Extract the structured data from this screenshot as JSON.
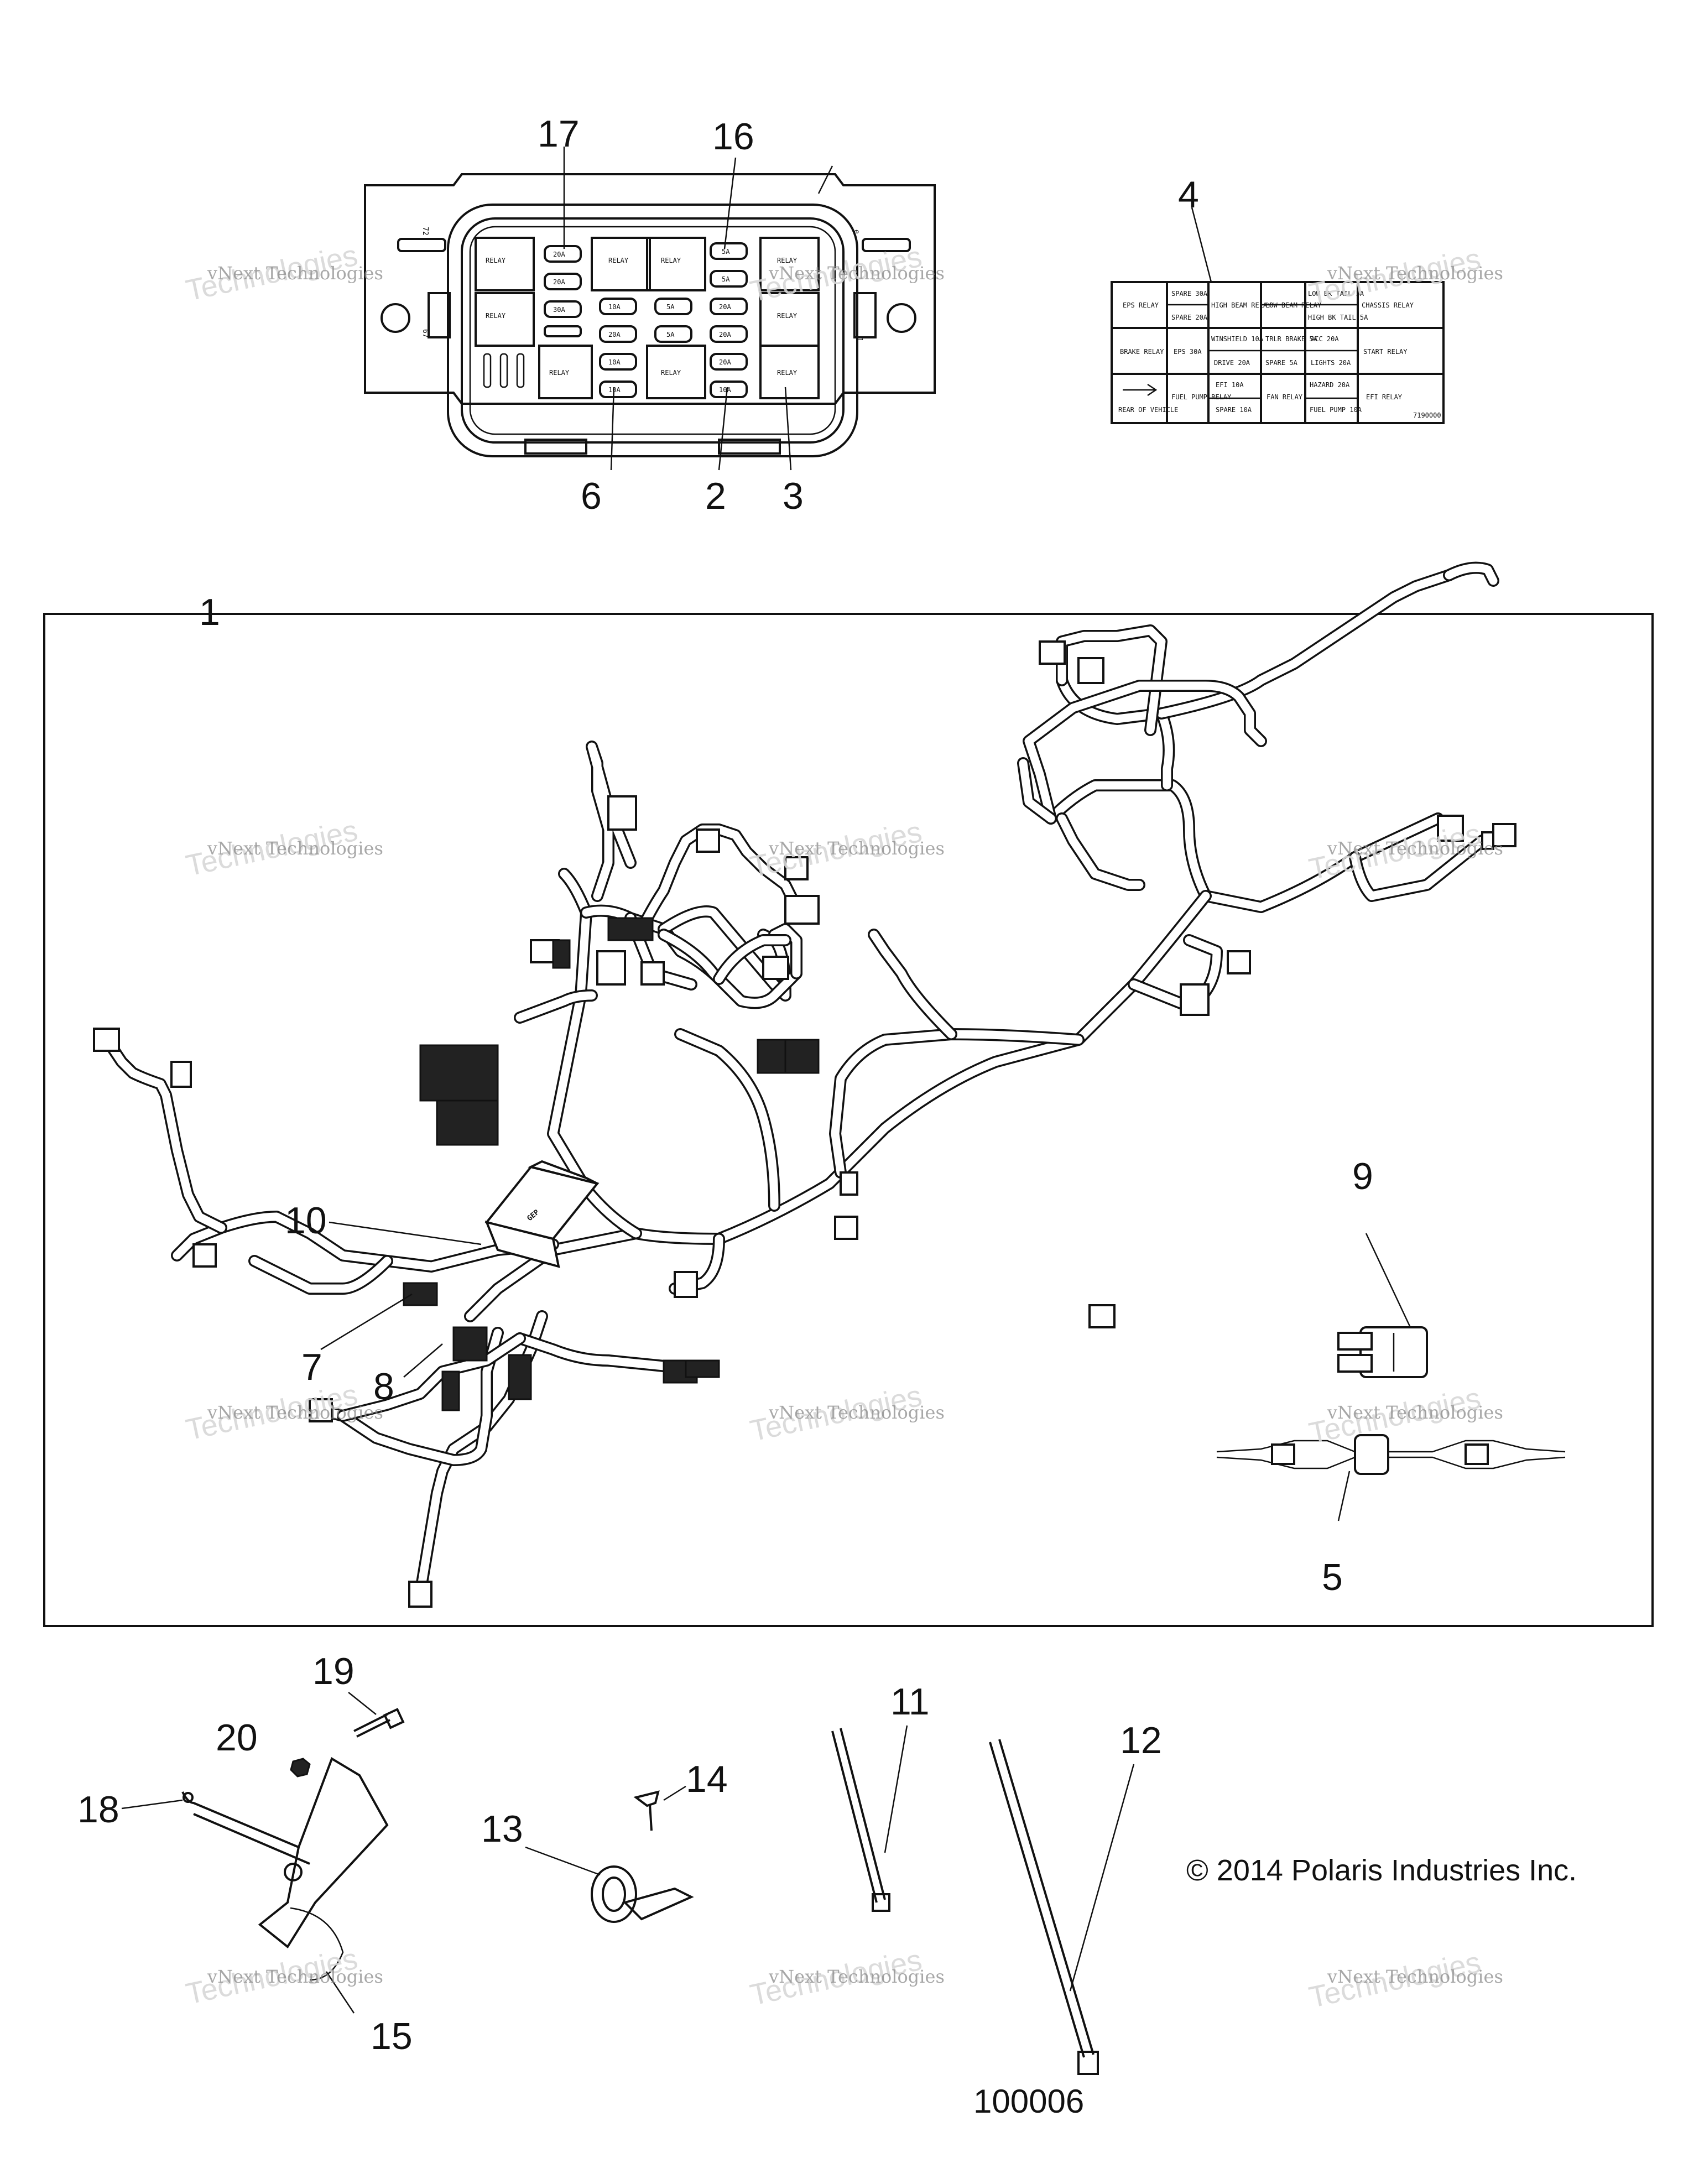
{
  "callouts": {
    "c1": "1",
    "c2": "2",
    "c3": "3",
    "c4": "4",
    "c5": "5",
    "c6": "6",
    "c7": "7",
    "c8": "8",
    "c9": "9",
    "c10": "10",
    "c11": "11",
    "c12": "12",
    "c13": "13",
    "c14": "14",
    "c15": "15",
    "c16": "16",
    "c17": "17",
    "c18": "18",
    "c19": "19",
    "c20": "20"
  },
  "fuse_box": {
    "side_marks": {
      "left_top": "72",
      "left_bottom": "67",
      "right_top": "e",
      "right_bottom": "1"
    },
    "relay_text": "RELAY",
    "fuses_col_a": [
      "20A",
      "20A",
      "30A"
    ],
    "fuses_col_b": [
      "10A",
      "20A",
      "10A",
      "10A"
    ],
    "fuses_col_c": [
      "5A",
      "5A"
    ],
    "fuses_col_d": [
      "5A",
      "5A",
      "20A",
      "20A",
      "20A",
      "10A"
    ]
  },
  "decal": {
    "row1": [
      "EPS RELAY",
      "SPARE 30A",
      "HIGH BEAM RELAY",
      "LOW BEAM RELAY",
      "LOW BK TAIL 5A",
      "CHASSIS RELAY"
    ],
    "row1_sub": [
      "",
      "SPARE 20A",
      "",
      "",
      "HIGH BK TAIL 5A",
      ""
    ],
    "row2": [
      "BRAKE RELAY",
      "EPS 30A",
      "WINSHIELD 10A",
      "TRLR BRAKE 5A",
      "ACC 20A",
      "START RELAY"
    ],
    "row2_sub": [
      "",
      "",
      "DRIVE 20A",
      "SPARE 5A",
      "LIGHTS 20A",
      ""
    ],
    "row3": [
      "REAR OF VEHICLE",
      "FUEL PUMP RELAY",
      "EFI 10A",
      "FAN RELAY",
      "HAZARD 20A",
      "EFI RELAY"
    ],
    "row3_sub": [
      "",
      "",
      "SPARE 10A",
      "",
      "FUEL PUMP 10A",
      ""
    ],
    "part_no": "7190000"
  },
  "harness_logo": "GEP",
  "watermark": {
    "line1": "vNext Technologies",
    "line2": "Technologies"
  },
  "copyright": "© 2014 Polaris Industries Inc.",
  "figure_number": "100006",
  "colors": {
    "ink": "#111111",
    "watermark": "#8a8a8a",
    "watermark_shadow": "#d8d8d8"
  }
}
